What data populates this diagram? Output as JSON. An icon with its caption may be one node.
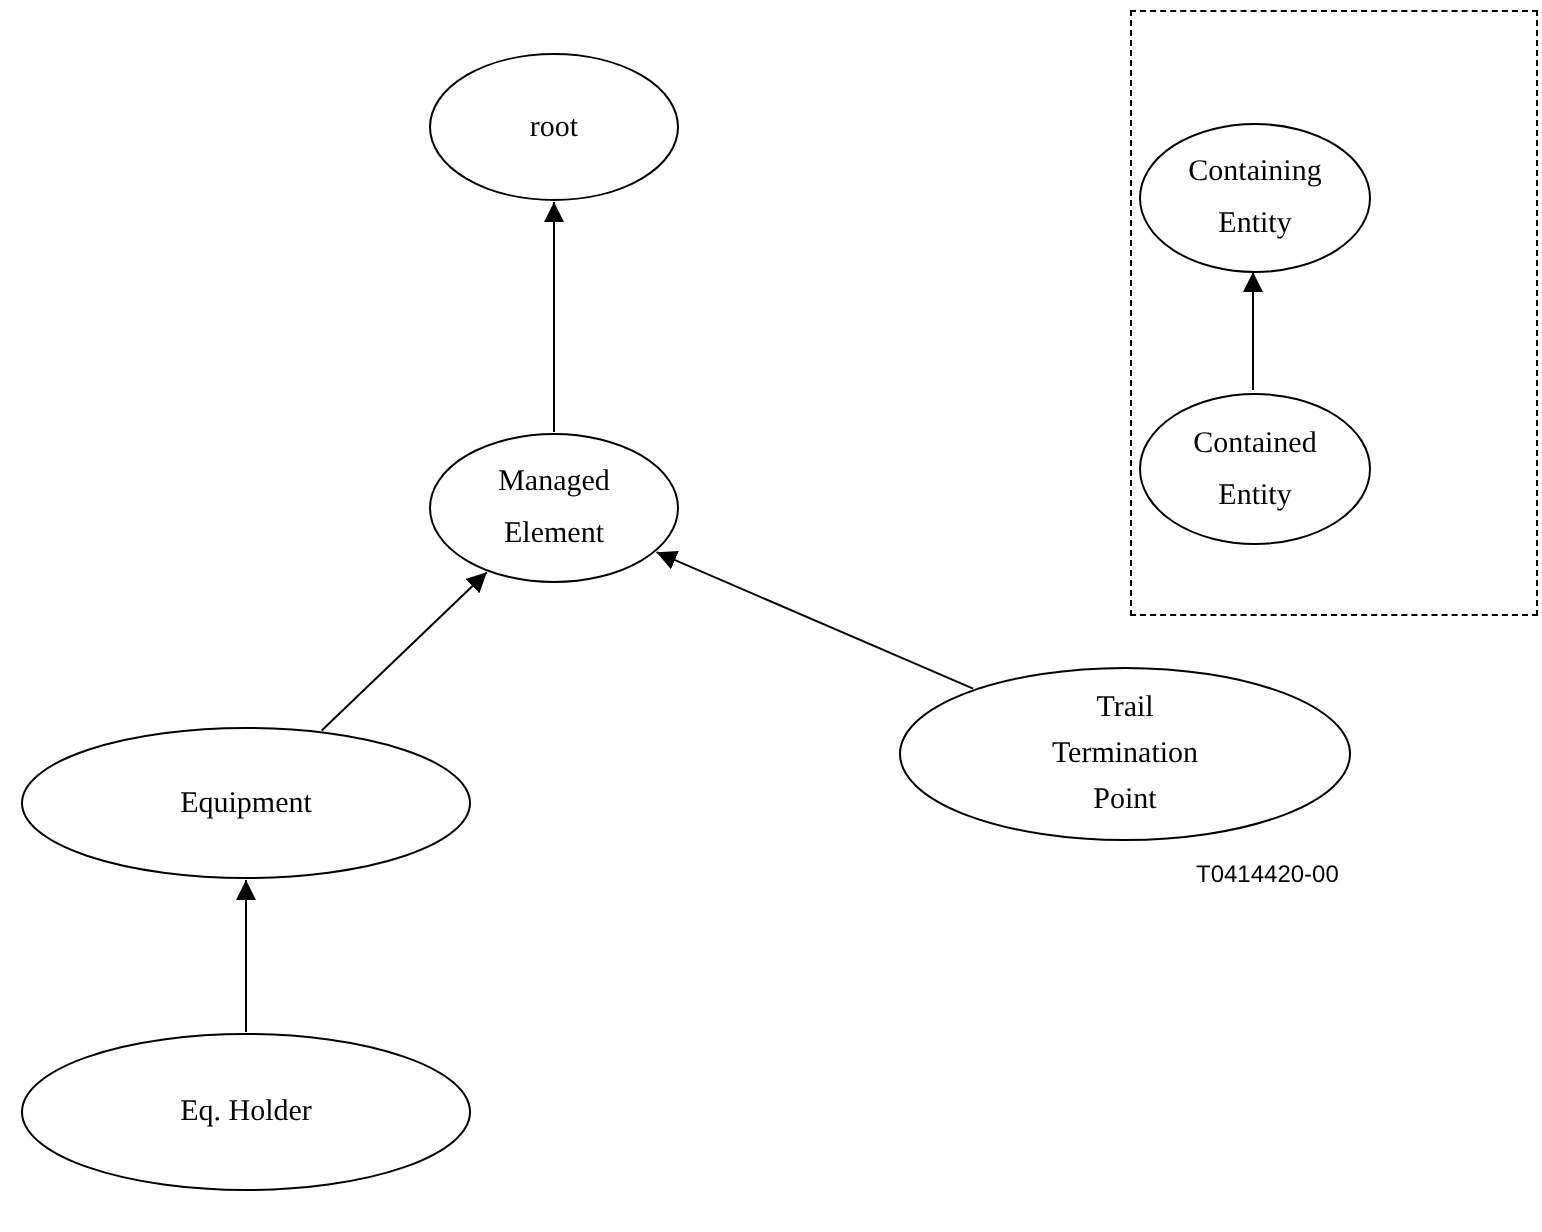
{
  "diagram": {
    "nodes": [
      {
        "text": [
          "root"
        ]
      },
      {
        "text": [
          "Managed Element"
        ]
      },
      {
        "text": [
          "Equipment"
        ]
      },
      {
        "text": [
          "Trail Termination Point"
        ]
      },
      {
        "text": [
          "Eq. Holder"
        ]
      },
      {
        "text": [],
        "shape": "box"
      },
      {
        "text": [
          "Containing Entity"
        ],
        "in": 5
      },
      {
        "text": [
          "Contained Entity"
        ],
        "in": 5
      }
    ],
    "edges": [
      {
        "from": 1,
        "to": 0,
        "arrow": "to"
      },
      {
        "from": 2,
        "to": 1,
        "arrow": "to"
      },
      {
        "from": 3,
        "to": 1,
        "arrow": "to"
      },
      {
        "from": 4,
        "to": 2,
        "arrow": "to"
      },
      {
        "from": 7,
        "to": 6,
        "arrow": "to"
      }
    ],
    "labels": [
      "T0414420-00"
    ]
  }
}
